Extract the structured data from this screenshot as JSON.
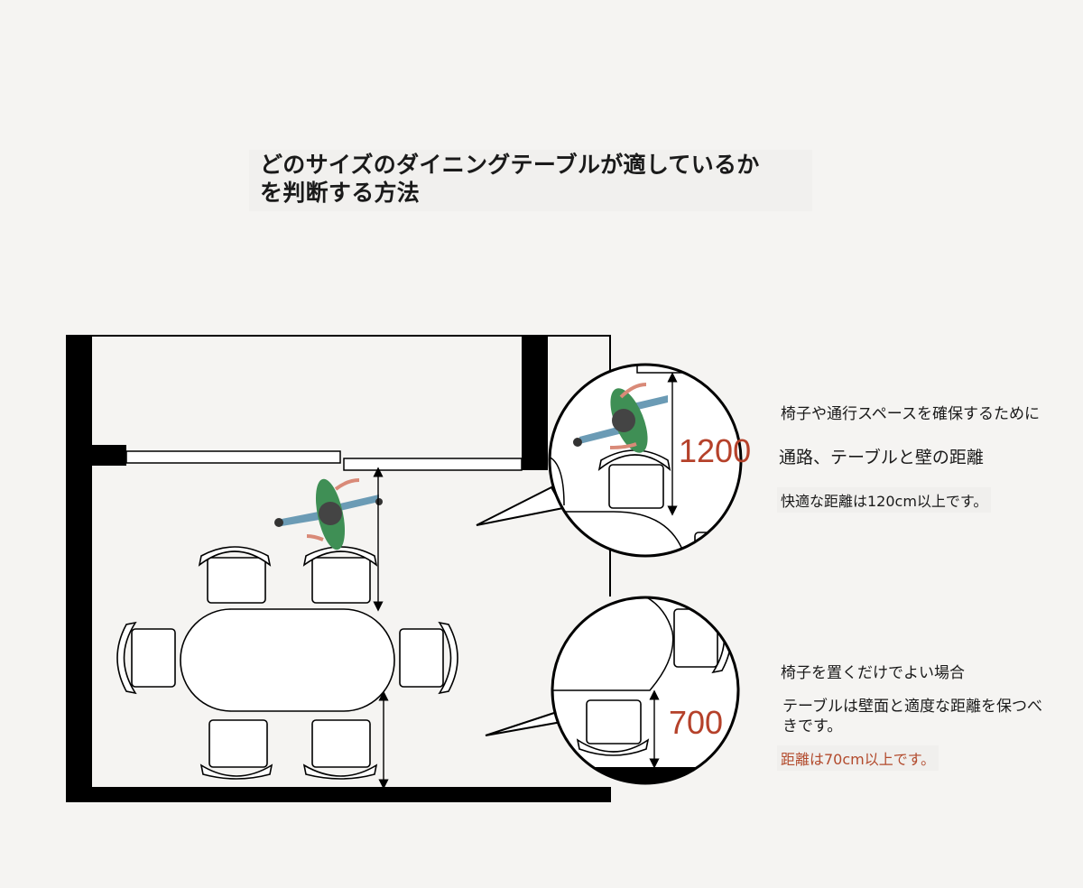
{
  "title": {
    "line1": "どのサイズのダイニングテーブルが適しているか",
    "line2": "を判断する方法"
  },
  "callout_top": {
    "dimension": "1200",
    "intro": "椅子や通行スペースを確保するために",
    "heading": "通路、テーブルと壁の距離",
    "note": "快適な距離は120cm以上です。"
  },
  "callout_bottom": {
    "dimension": "700",
    "heading": "椅子を置くだけでよい場合",
    "body_line1": "テーブルは壁面と適度な距離を保つべ",
    "body_line2": "きです。",
    "note": "距離は70cm以上です。"
  },
  "colors": {
    "background": "#f5f4f2",
    "wall": "#000000",
    "accent": "#b5412a",
    "shirt": "#3f8f55",
    "pants": "#6b9bb5",
    "skin": "#d98a78"
  }
}
